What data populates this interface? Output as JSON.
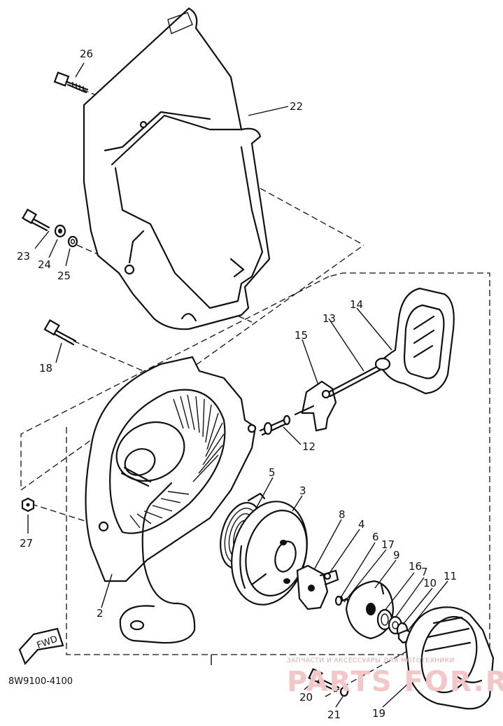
{
  "diagram": {
    "part_numbers": {
      "p2": "2",
      "p3": "3",
      "p4": "4",
      "p5": "5",
      "p6": "6",
      "p7": "7",
      "p8": "8",
      "p9": "9",
      "p10": "10",
      "p11": "11",
      "p12": "12",
      "p13": "13",
      "p14": "14",
      "p15": "15",
      "p16": "16",
      "p17": "17",
      "p18": "18",
      "p19": "19",
      "p20": "20",
      "p21": "21",
      "p22": "22",
      "p23": "23",
      "p24": "24",
      "p25": "25",
      "p26": "26",
      "p27": "27"
    },
    "drawing_code": "8W9100-4100",
    "fwd_label": "FWD"
  },
  "watermark": {
    "tagline": "ЗАПЧАСТИ И АКСЕССУАРЫ ДЛЯ МОТОТЕХНИКИ",
    "brand": "PARTS FOR.RU"
  }
}
